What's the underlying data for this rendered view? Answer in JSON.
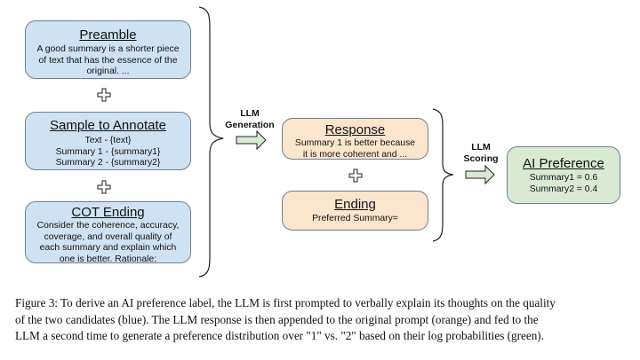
{
  "prompt_boxes": {
    "preamble": {
      "title": "Preamble",
      "lines": [
        "A good summary is a shorter piece",
        "of text that has the essence of the",
        "original. ..."
      ]
    },
    "sample": {
      "title": "Sample to Annotate",
      "lines": [
        "Text - {text}",
        "Summary 1 - {summary1}",
        "Summary 2 - {summary2}"
      ]
    },
    "cot": {
      "title": "COT Ending",
      "lines": [
        "Consider the coherence, accuracy,",
        "coverage, and overall quality of",
        "each summary and explain which",
        "one is better. Rationale:"
      ]
    }
  },
  "generation_label": [
    "LLM",
    "Generation"
  ],
  "response_boxes": {
    "response": {
      "title": "Response",
      "lines": [
        "Summary 1 is better because",
        "it is more coherent and ..."
      ]
    },
    "ending": {
      "title": "Ending",
      "lines": [
        "Preferred Summary="
      ]
    }
  },
  "scoring_label": [
    "LLM",
    "Scoring"
  ],
  "preference_box": {
    "title": "AI Preference",
    "lines": [
      "Summary1 = 0.6",
      "Summary2 = 0.4"
    ]
  },
  "caption_lines": [
    "Figure 3: To derive an AI preference label, the LLM is first prompted to verbally explain its thoughts on the quality",
    "of the two candidates (blue). The LLM response is then appended to the original prompt (orange) and fed to the",
    "LLM a second time to generate a preference distribution over \"1\" vs. \"2\" based on their log probabilities (green)."
  ],
  "colors": {
    "blue_fill": "#cfe2f3",
    "orange_fill": "#fbe5cd",
    "green_fill": "#d9ead3",
    "border": "#6f7f92"
  },
  "icons": [
    "plus-icon",
    "right-arrow-icon",
    "curly-brace-icon"
  ]
}
